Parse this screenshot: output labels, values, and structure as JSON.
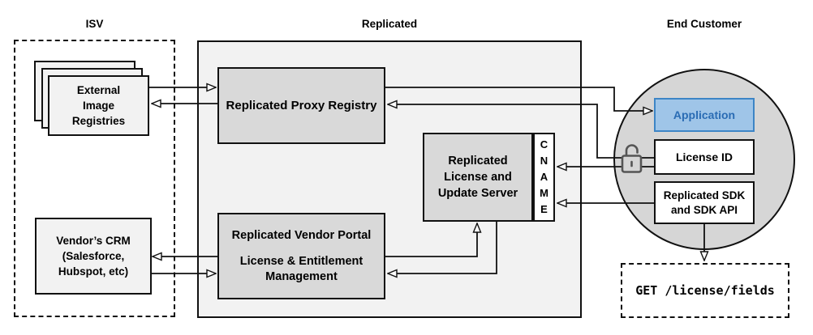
{
  "titles": {
    "isv": "ISV",
    "replicated": "Replicated",
    "end_customer": "End Customer"
  },
  "nodes": {
    "external_image_registries": {
      "lines": [
        "External",
        "Image",
        "Registries"
      ]
    },
    "vendors_crm": {
      "lines": [
        "Vendor’s CRM",
        "(Salesforce,",
        "Hubspot, etc)"
      ]
    },
    "replicated_proxy_registry": {
      "label": "Replicated Proxy Registry"
    },
    "replicated_license_update_server": {
      "lines": [
        "Replicated",
        "License and",
        "Update Server"
      ]
    },
    "cname": {
      "letters": [
        "C",
        "N",
        "A",
        "M",
        "E"
      ]
    },
    "replicated_vendor_portal": {
      "title": "Replicated Vendor Portal",
      "subtitle": "License & Entitlement Management"
    },
    "application": {
      "label": "Application"
    },
    "license_id": {
      "label": "License ID"
    },
    "replicated_sdk": {
      "lines": [
        "Replicated SDK",
        "and SDK API"
      ]
    },
    "get_license_fields": {
      "label": "GET /license/fields"
    }
  },
  "icons": {
    "open_padlock": "open-padlock-icon"
  },
  "colors": {
    "section_fill": "#f2f2f2",
    "node_fill": "#d9d9d9",
    "circle_fill": "#d6d6d6",
    "box_fill_white": "#ffffff",
    "application_fill": "#9fc5e8",
    "application_border": "#3d85c6",
    "application_text": "#2a6cb4",
    "line": "#111111"
  }
}
